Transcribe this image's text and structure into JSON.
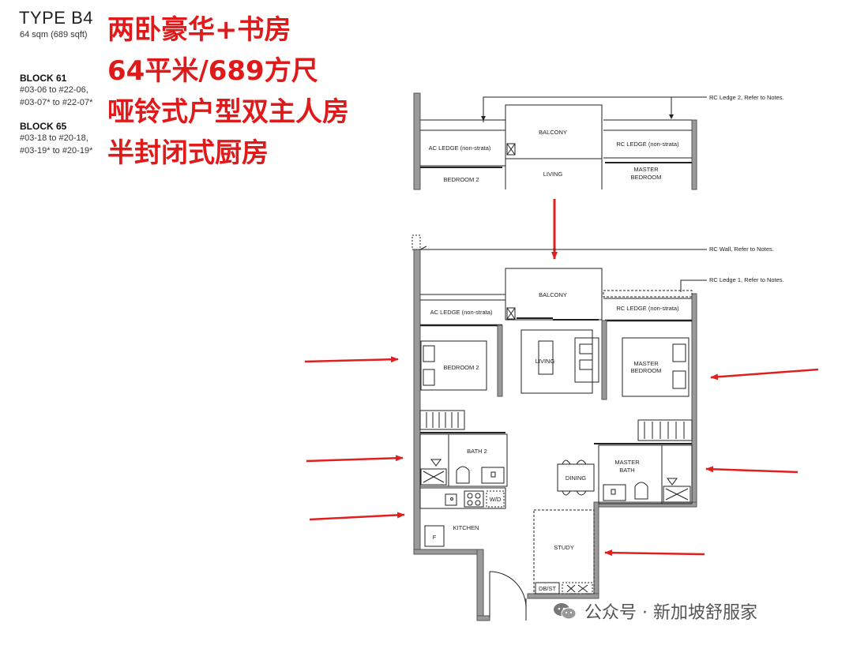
{
  "header": {
    "type_title": "TYPE B4",
    "area": "64 sqm (689 sqft)",
    "blocks": [
      {
        "name": "BLOCK 61",
        "units": [
          "#03-06 to #22-06,",
          "#03-07* to #22-07*"
        ]
      },
      {
        "name": "BLOCK 65",
        "units": [
          "#03-18 to #20-18,",
          "#03-19* to #20-19*"
        ]
      }
    ]
  },
  "headlines": [
    "两卧豪华+书房",
    "64平米/689方尺",
    "哑铃式户型双主人房",
    "半封闭式厨房"
  ],
  "plan": {
    "top_labels": {
      "balcony": "BALCONY",
      "ac_ledge": "AC LEDGE (non-strata)",
      "rc_ledge": "RC LEDGE (non-strata)",
      "bedroom2": "BEDROOM 2",
      "living": "LIVING",
      "master_bedroom_l1": "MASTER",
      "master_bedroom_l2": "BEDROOM",
      "rc_ledge2_note": "RC Ledge 2, Refer to Notes."
    },
    "main_labels": {
      "rc_wall_note": "RC Wall, Refer to Notes.",
      "rc_ledge1_note": "RC Ledge 1, Refer to Notes.",
      "balcony": "BALCONY",
      "ac_ledge": "AC LEDGE (non-strata)",
      "rc_ledge": "RC LEDGE (non-strata)",
      "bedroom2": "BEDROOM 2",
      "living": "LIVING",
      "master_bedroom_l1": "MASTER",
      "master_bedroom_l2": "BEDROOM",
      "bath2": "BATH 2",
      "dining": "DINING",
      "master_bath_l1": "MASTER",
      "master_bath_l2": "BATH",
      "wd": "W/D",
      "kitchen": "KITCHEN",
      "fridge": "F",
      "study": "STUDY",
      "db_st": "DB/ST"
    }
  },
  "watermark": {
    "text": "公众号 · 新加坡舒服家",
    "icon": "wechat-icon"
  },
  "colors": {
    "headline": "#e01a1a",
    "arrow": "#e02020",
    "wall": "#9a9a9a"
  }
}
